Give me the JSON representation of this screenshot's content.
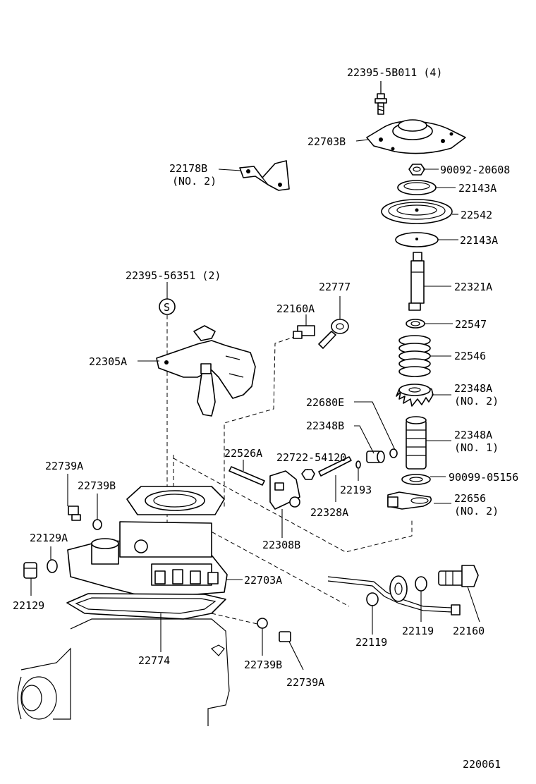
{
  "labels": {
    "l_22395_5b011": "22395-5B011 (4)",
    "l_22703b": "22703B",
    "l_90092_20608": "90092-20608",
    "l_22178b": "22178B",
    "l_22178b_no": "(NO. 2)",
    "l_22143a_1": "22143A",
    "l_22542": "22542",
    "l_22143a_2": "22143A",
    "l_22321a": "22321A",
    "l_22395_56351": "22395-56351 (2)",
    "l_22777": "22777",
    "l_s": "S",
    "l_22160a": "22160A",
    "l_22547": "22547",
    "l_22305a": "22305A",
    "l_22546": "22546",
    "l_22348a_no2": "22348A",
    "l_22348a_no2_sub": "(NO. 2)",
    "l_22680e": "22680E",
    "l_22348b": "22348B",
    "l_22348a_no1": "22348A",
    "l_22348a_no1_sub": "(NO. 1)",
    "l_22526a": "22526A",
    "l_22722_54120": "22722-54120",
    "l_22739a_1": "22739A",
    "l_90099_05156": "90099-05156",
    "l_22739b_1": "22739B",
    "l_22193": "22193",
    "l_22656": "22656",
    "l_22656_no": "(NO. 2)",
    "l_22328a": "22328A",
    "l_22129a": "22129A",
    "l_22308b": "22308B",
    "l_22703a": "22703A",
    "l_22129": "22129",
    "l_22119_1": "22119",
    "l_22119_2": "22119",
    "l_22160": "22160",
    "l_22774": "22774",
    "l_22739b_2": "22739B",
    "l_22739a_2": "22739A",
    "l_220061": "220061"
  },
  "colors": {
    "ink": "#000000",
    "paper": "#ffffff"
  }
}
